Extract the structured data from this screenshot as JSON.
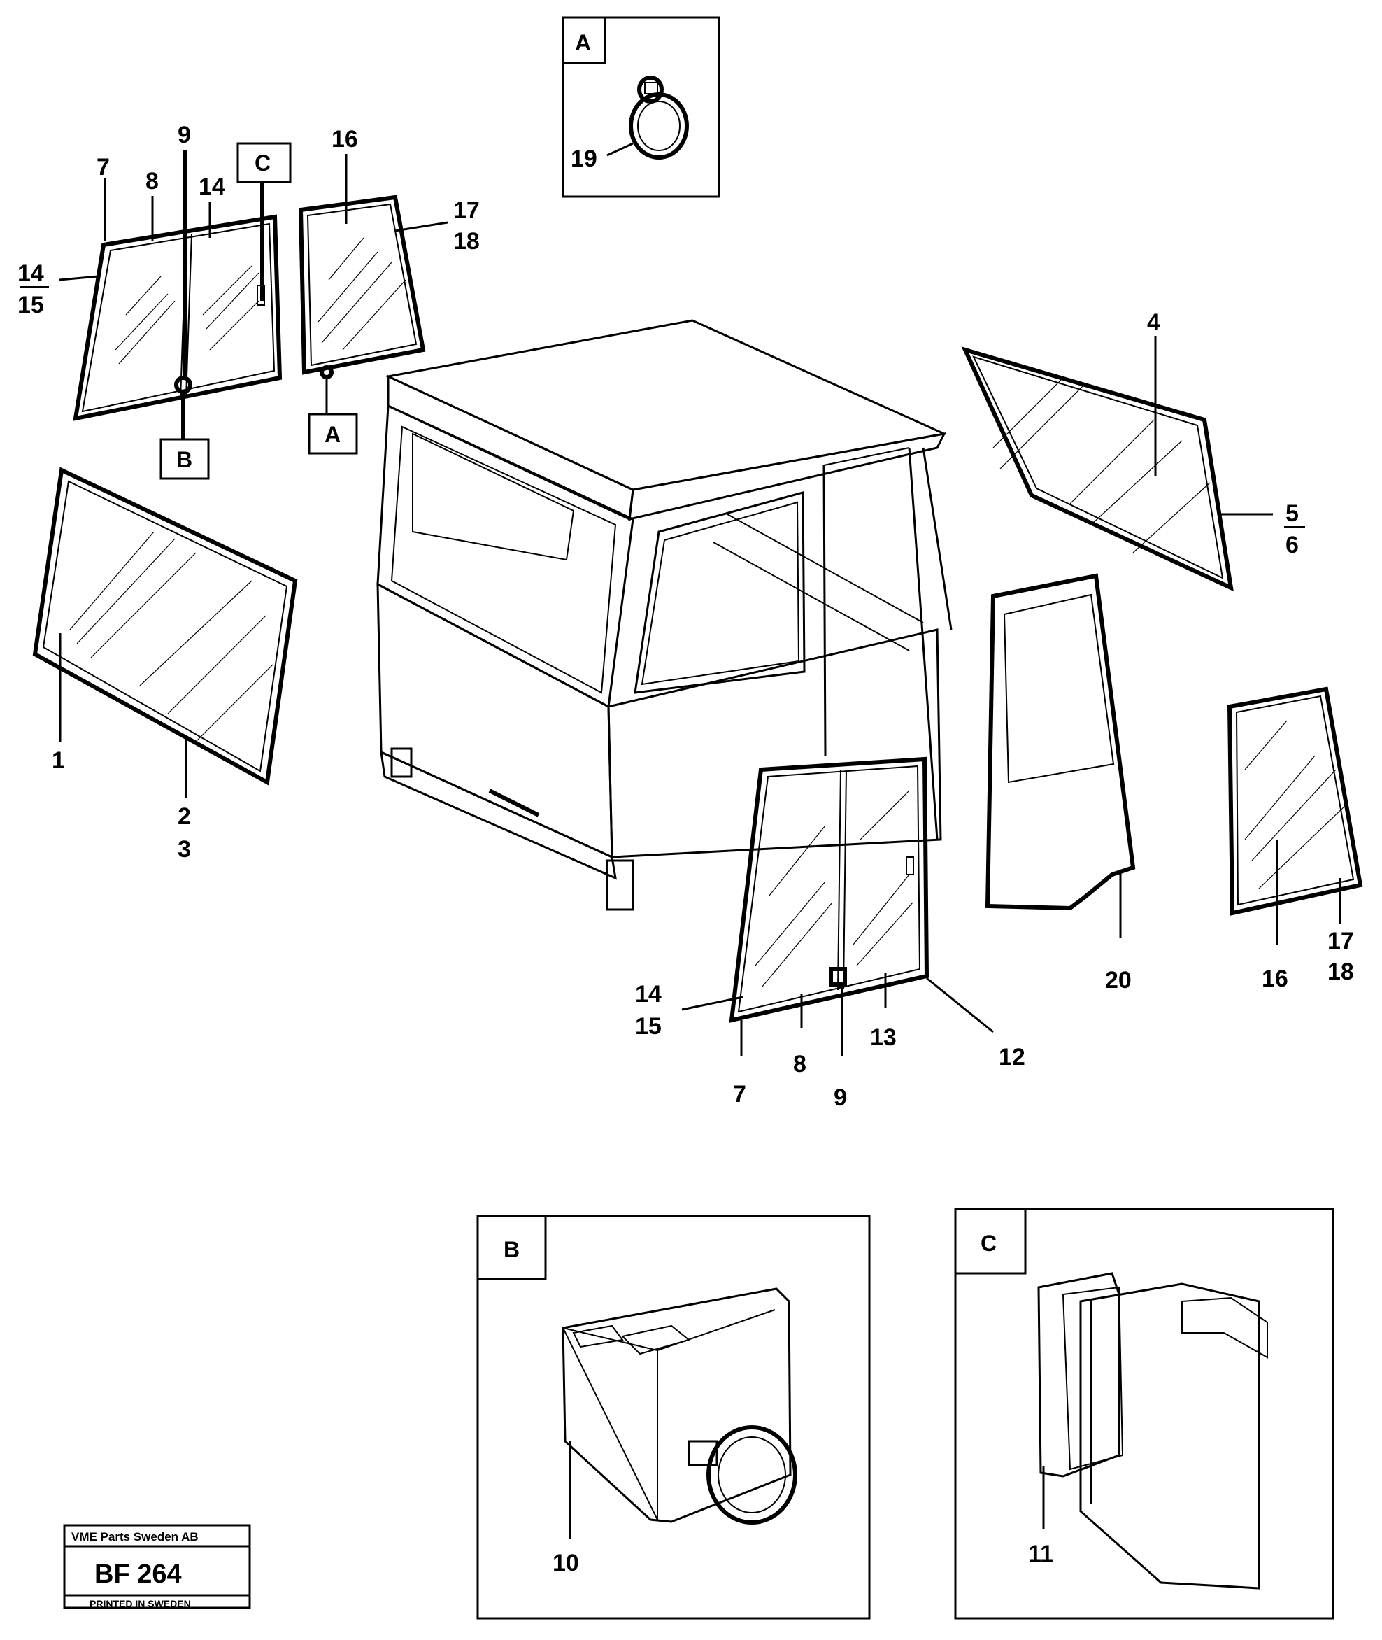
{
  "labels": {
    "l1": "1",
    "l2": "2",
    "l3": "3",
    "l4": "4",
    "l5": "5",
    "l6": "6",
    "l7a": "7",
    "l8a": "8",
    "l9a": "9",
    "l14a": "14",
    "l14b": "14",
    "l15a": "15",
    "l16a": "16",
    "l17a": "17",
    "l18a": "18",
    "l19": "19",
    "l14c": "14",
    "l15c": "15",
    "l7b": "7",
    "l8b": "8",
    "l9b": "9",
    "l13": "13",
    "l12": "12",
    "l20": "20",
    "l16b": "16",
    "l17b": "17",
    "l18b": "18",
    "l10": "10",
    "l11": "11"
  },
  "detail_refs": {
    "a_top": "A",
    "a_ref": "A",
    "b_ref": "B",
    "c_ref": "C",
    "b_box": "B",
    "c_box": "C"
  },
  "stamp": {
    "company": "VME Parts Sweden AB",
    "code": "BF 264",
    "footer": "PRINTED IN SWEDEN"
  }
}
